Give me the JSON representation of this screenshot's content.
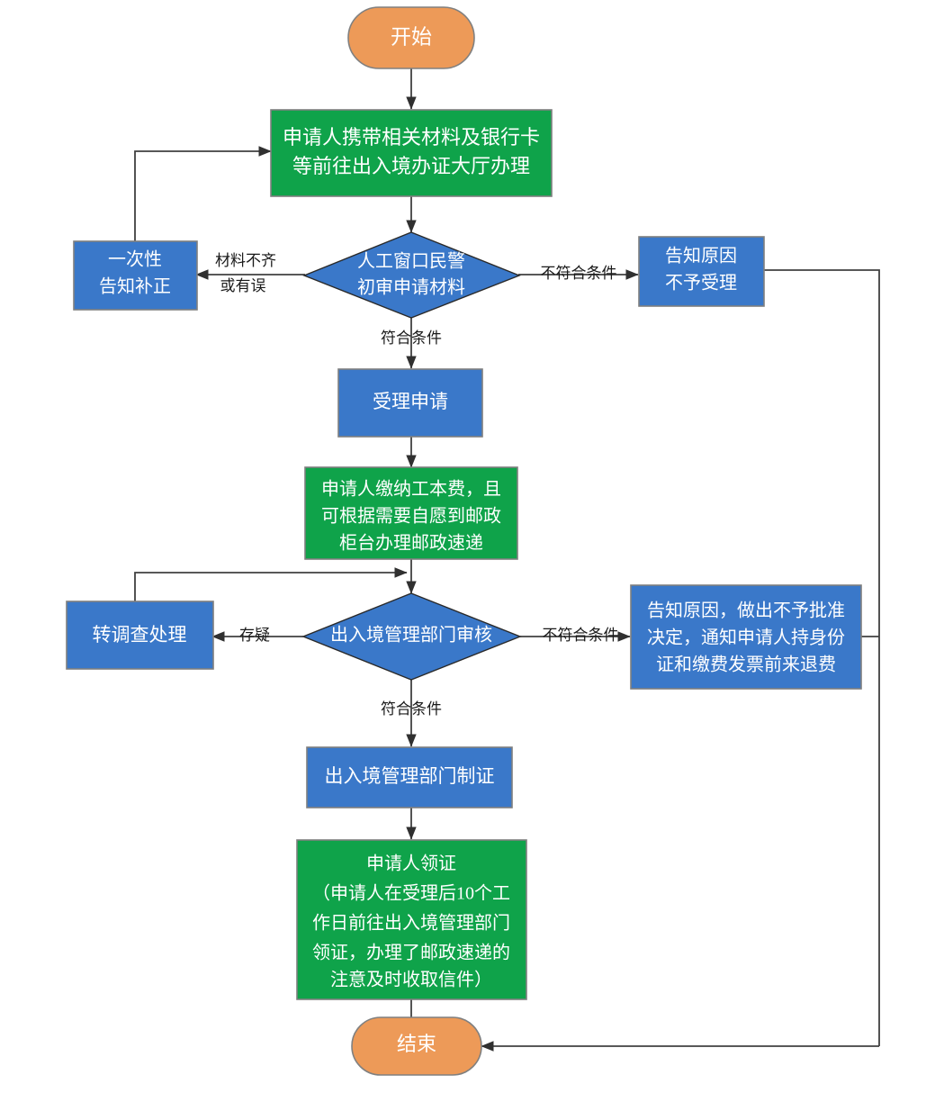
{
  "diagram": {
    "type": "flowchart",
    "orientation": "top-to-bottom",
    "language": "zh-CN",
    "colors": {
      "terminal_fill": "#ED9A58",
      "process_green_fill": "#0FA34A",
      "process_blue_fill": "#3A78C9",
      "decision_fill": "#3A78C9",
      "node_text": "#FFFFFF",
      "edge_label_text": "#1A1A1A",
      "connector_stroke": "#404040"
    }
  },
  "nodes": {
    "start": {
      "label": "开始",
      "shape": "terminal",
      "fill": "#ED9A58"
    },
    "go_to_hall": {
      "label_line1": "申请人携带相关材料及银行卡",
      "label_line2": "等前往出入境办证大厅办理",
      "shape": "process",
      "fill": "#0FA34A"
    },
    "one_time_notice": {
      "label_line1": "一次性",
      "label_line2": "告知补正",
      "shape": "process",
      "fill": "#3A78C9"
    },
    "first_review": {
      "label_line1": "人工窗口民警",
      "label_line2": "初审申请材料",
      "shape": "decision",
      "fill": "#3A78C9"
    },
    "reject_intake": {
      "label_line1": "告知原因",
      "label_line2": "不予受理",
      "shape": "process",
      "fill": "#3A78C9"
    },
    "accept_application": {
      "label": "受理申请",
      "shape": "process",
      "fill": "#3A78C9"
    },
    "pay_fee": {
      "label_line1": "申请人缴纳工本费，且",
      "label_line2": "可根据需要自愿到邮政",
      "label_line3": "柜台办理邮政速递",
      "shape": "process",
      "fill": "#0FA34A"
    },
    "transfer_investigation": {
      "label": "转调查处理",
      "shape": "process",
      "fill": "#3A78C9"
    },
    "exit_entry_review": {
      "label": "出入境管理部门审核",
      "shape": "decision",
      "fill": "#3A78C9"
    },
    "reject_approval": {
      "label_line1": "告知原因，做出不予批准",
      "label_line2": "决定，通知申请人持身份",
      "label_line3": "证和缴费发票前来退费",
      "shape": "process",
      "fill": "#3A78C9"
    },
    "make_certificate": {
      "label": "出入境管理部门制证",
      "shape": "process",
      "fill": "#3A78C9"
    },
    "collect_certificate": {
      "label_line1": "申请人领证",
      "label_line2": "（申请人在受理后10个工",
      "label_line3": "作日前往出入境管理部门",
      "label_line4": "领证，办理了邮政速递的",
      "label_line5": "注意及时收取信件）",
      "shape": "process",
      "fill": "#0FA34A"
    },
    "end": {
      "label": "结束",
      "shape": "terminal",
      "fill": "#ED9A58"
    }
  },
  "edge_labels": {
    "materials_incomplete_l1": "材料不齐",
    "materials_incomplete_l2": "或有误",
    "not_qualified_intake": "不符合条件",
    "qualified_intake": "符合条件",
    "doubtful": "存疑",
    "not_qualified_review": "不符合条件",
    "qualified_review": "符合条件"
  }
}
